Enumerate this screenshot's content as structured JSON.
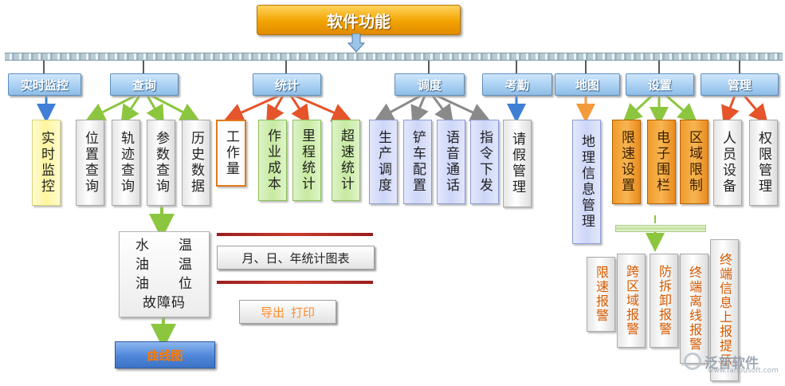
{
  "root": {
    "title": "软件功能"
  },
  "categories": [
    {
      "id": "monitor",
      "label": "实时监控"
    },
    {
      "id": "query",
      "label": "查询"
    },
    {
      "id": "stats",
      "label": "统计"
    },
    {
      "id": "dispatch",
      "label": "调度"
    },
    {
      "id": "attendance",
      "label": "考勤"
    },
    {
      "id": "map",
      "label": "地图"
    },
    {
      "id": "settings",
      "label": "设置"
    },
    {
      "id": "manage",
      "label": "管理"
    }
  ],
  "functions": {
    "monitor": [
      "实时监控"
    ],
    "query": [
      "位置查询",
      "轨迹查询",
      "参数查询",
      "历史数据"
    ],
    "stats": [
      "工作量",
      "作业成本",
      "里程统计",
      "超速统计"
    ],
    "dispatch": [
      "生产调度",
      "铲车配置",
      "语音通话",
      "指令下发"
    ],
    "attendance": [
      "请假管理"
    ],
    "map": [
      "地理信息管理"
    ],
    "settings": [
      "限速设置",
      "电子围栏",
      "区域限制"
    ],
    "manage": [
      "人员设备",
      "权限管理"
    ]
  },
  "query_details": {
    "rows": [
      [
        "水",
        "温"
      ],
      [
        "油",
        "温"
      ],
      [
        "油",
        "位"
      ]
    ],
    "last": "故障码",
    "chart": "曲线图"
  },
  "stats_outputs": {
    "report": "月、日、年统计图表",
    "export": "导出",
    "print": "打印"
  },
  "alarms": [
    "限速报警",
    "跨区域报警",
    "防拆卸报警",
    "终端离线报警",
    "终端信息上报提示"
  ],
  "watermark": {
    "text": "泛普软件",
    "url": "www.fanpusoft.com"
  },
  "colors": {
    "root": "#f2a300",
    "category": "#a9d0f3",
    "green_arrow": "#8cc63f",
    "red_arrow": "#e5542a",
    "gray_arrow": "#8a8a8a",
    "blue_arrow": "#3f7fd6",
    "orange_arrow": "#f39b3b"
  }
}
